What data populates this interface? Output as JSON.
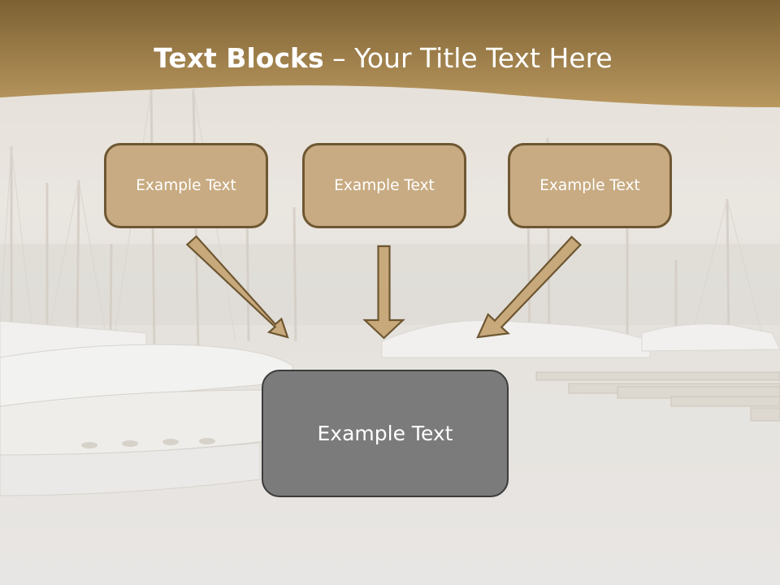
{
  "slide": {
    "title_bold": "Text Blocks",
    "title_sep": " – ",
    "title_rest": "Your Title Text Here"
  },
  "blocks": {
    "left": "Example Text",
    "center": "Example Text",
    "right": "Example Text",
    "bottom": "Example Text"
  },
  "colors": {
    "banner": "#9a7a42",
    "small_box_fill": "#c8ab82",
    "small_box_border": "#6e5732",
    "big_box_fill": "#7b7b7b",
    "arrow_fill": "#c7a97c",
    "arrow_stroke": "#6e5732"
  }
}
